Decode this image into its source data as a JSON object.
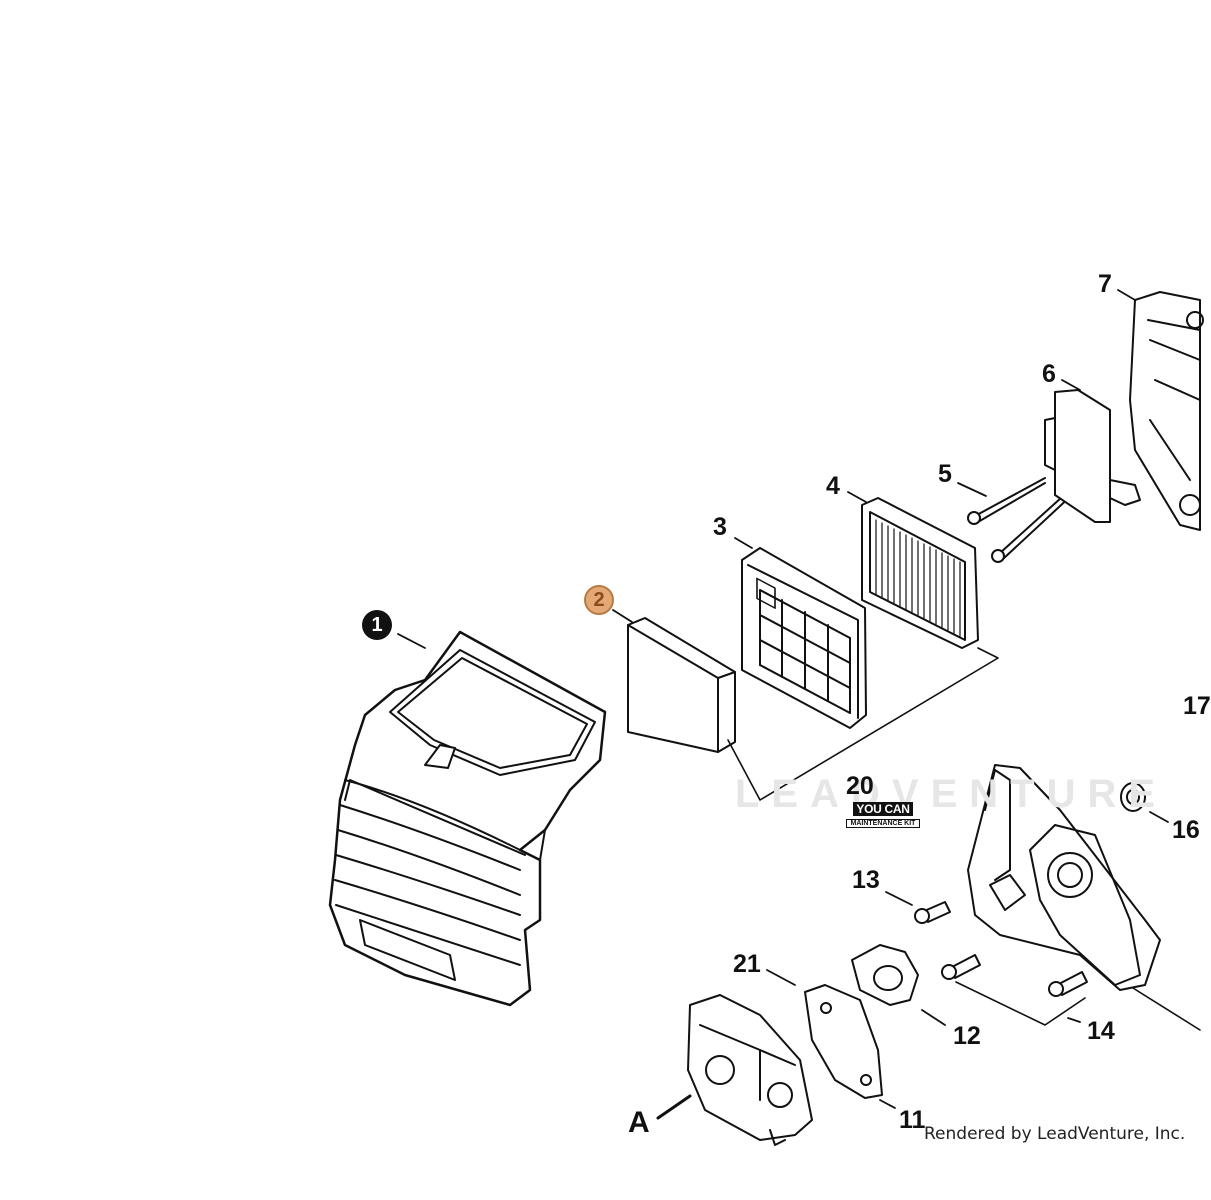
{
  "diagram": {
    "watermark_text": "LEADVENTURE",
    "footer_text": "Rendered by LeadVenture, Inc.",
    "kit_badge": {
      "top": "YOU CAN",
      "bottom": "MAINTENANCE KIT"
    },
    "callouts": {
      "c1": "1",
      "c2": "2",
      "c3": "3",
      "c4": "4",
      "c5": "5",
      "c6": "6",
      "c7": "7",
      "c11": "11",
      "c12": "12",
      "c13": "13",
      "c14": "14",
      "c16": "16",
      "c17": "17",
      "c20": "20",
      "c21": "21",
      "cA": "A"
    },
    "colors": {
      "highlight": "#e3a875",
      "ink": "#111111"
    }
  }
}
